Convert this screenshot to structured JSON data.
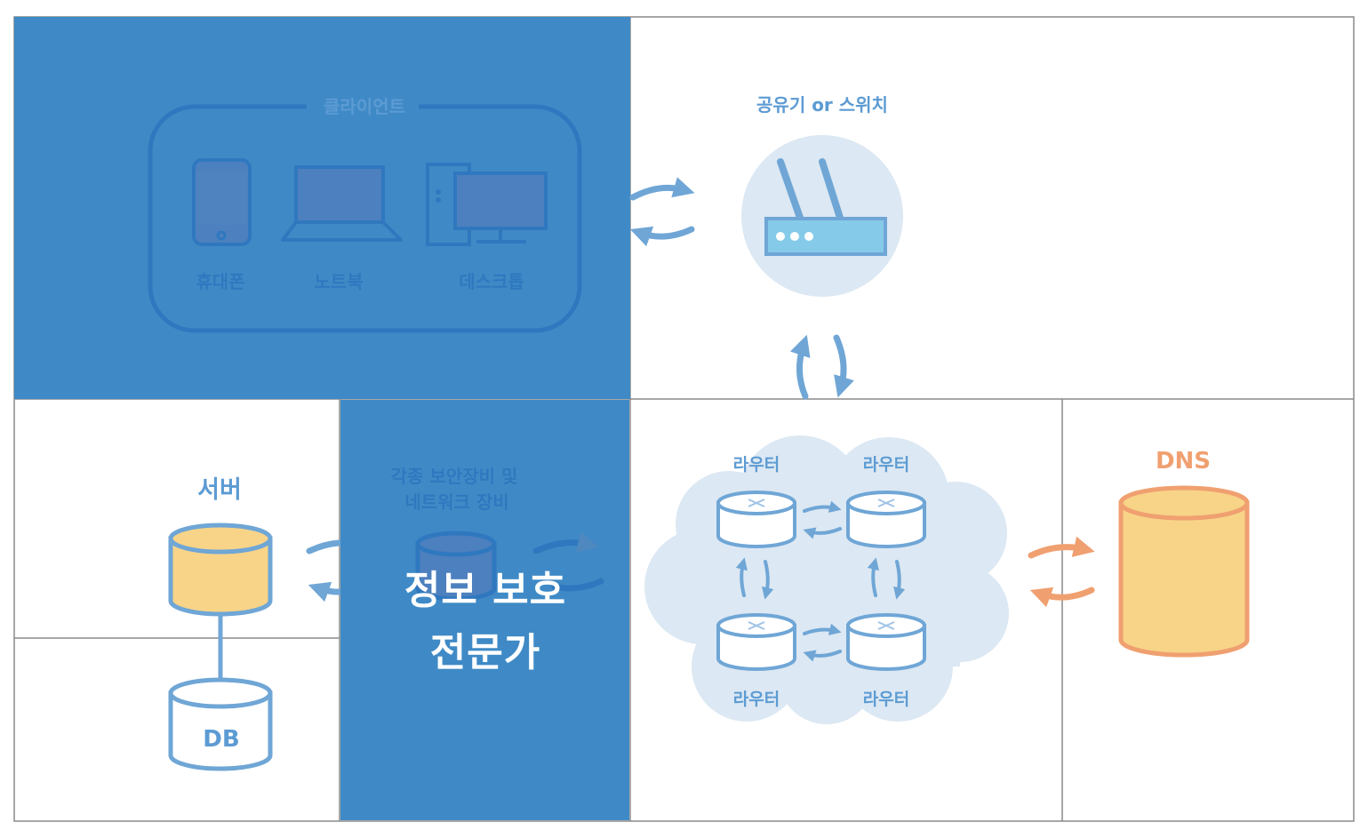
{
  "client": {
    "group_label": "클라이언트",
    "devices": [
      {
        "label": "휴대폰",
        "icon": "phone-icon"
      },
      {
        "label": "노트북",
        "icon": "laptop-icon"
      },
      {
        "label": "데스크톱",
        "icon": "desktop-icon"
      }
    ]
  },
  "router_device": {
    "label": "공유기 or 스위치",
    "icon": "wifi-router-icon"
  },
  "server": {
    "label": "서버",
    "icon": "server-cylinder-icon"
  },
  "db": {
    "label": "DB",
    "icon": "database-cylinder-icon"
  },
  "security": {
    "label_line1": "각종 보안장비 및",
    "label_line2": "네트워크 장비",
    "icon": "security-cylinder-icon"
  },
  "overlay_title": {
    "line1": "정보 보호",
    "line2": "전문가"
  },
  "internet": {
    "icon": "cloud-icon",
    "routers": [
      {
        "label": "라우터"
      },
      {
        "label": "라우터"
      },
      {
        "label": "라우터"
      },
      {
        "label": "라우터"
      }
    ]
  },
  "dns": {
    "label": "DNS",
    "icon": "dns-cylinder-icon"
  },
  "colors": {
    "highlight_blue": "#3f8ac6",
    "diagram_blue": "#6fa6d6",
    "light_blue": "#dce8f3",
    "yellow_fill": "#f8d488",
    "orange": "#f0a070",
    "border_gray": "#8a8a8a"
  }
}
